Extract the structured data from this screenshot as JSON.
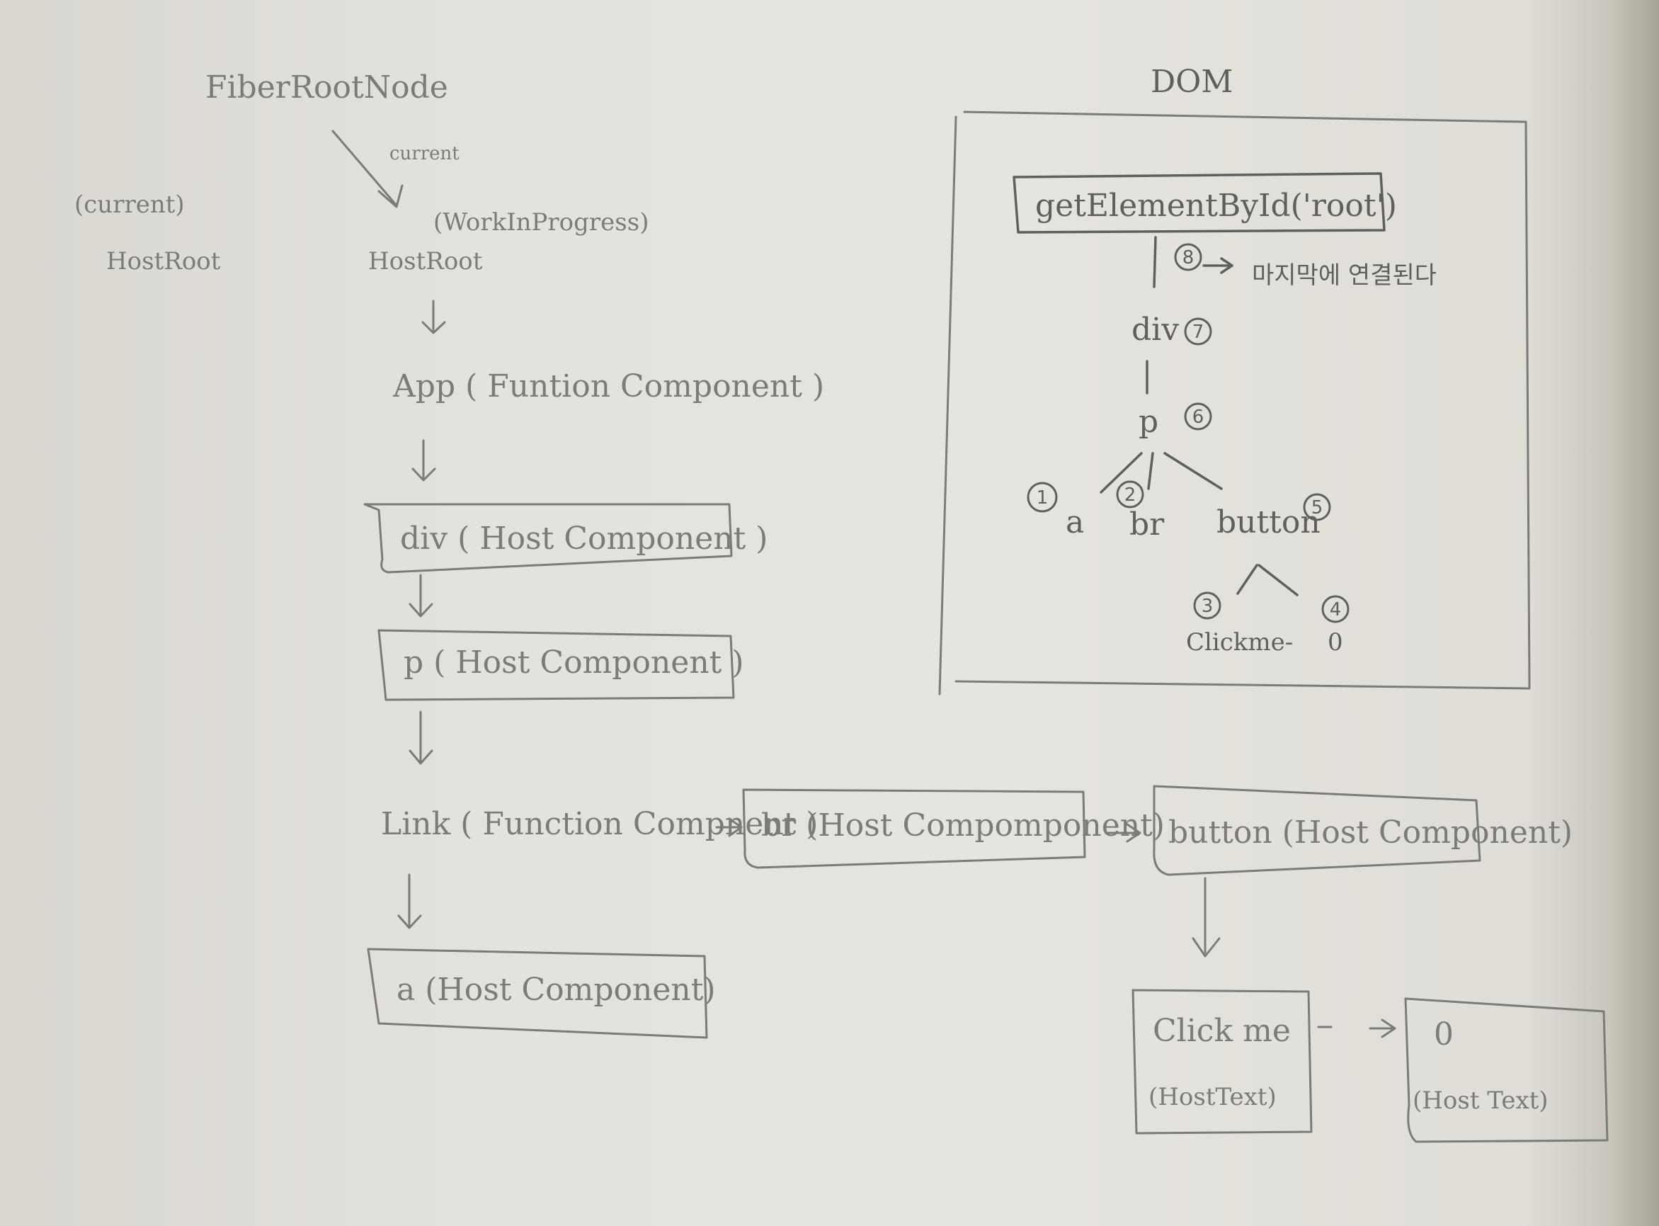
{
  "left_tree": {
    "root_label": "FiberRootNode",
    "current_edge_label": "current",
    "current_label": "(current)",
    "current_hostroot": "HostRoot",
    "wip_label": "(WorkInProgress)",
    "wip_hostroot": "HostRoot",
    "app": "App ( Funtion Component )",
    "div": "div ( Host Component )",
    "p": "p  ( Host Component )",
    "link": "Link ( Function Compnent )",
    "a": "a (Host Component)",
    "br": "br (Host Compomponent)",
    "button": "button (Host Component)",
    "click_text": "Click me",
    "click_type": "(HostText)",
    "zero_text": "0",
    "zero_type": "(Host Text)"
  },
  "dom": {
    "title": "DOM",
    "root_box": "getElementById('root')",
    "attach_note": "마지막에 연결된다",
    "nodes": {
      "div": "div",
      "p": "p",
      "a": "a",
      "br": "br",
      "button": "button",
      "click": "Clickme-",
      "zero": "0"
    },
    "order": {
      "n1": "1",
      "n2": "2",
      "n3": "3",
      "n4": "4",
      "n5": "5",
      "n6": "6",
      "n7": "7",
      "n8": "8"
    }
  }
}
